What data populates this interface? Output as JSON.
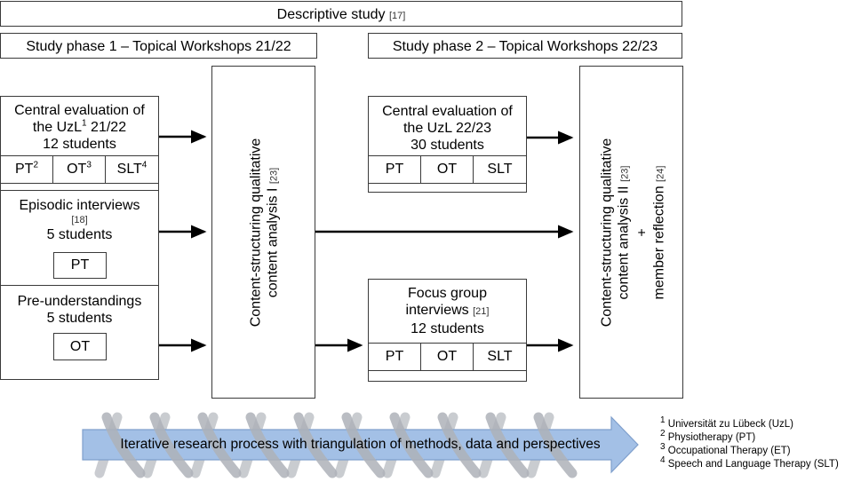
{
  "header": {
    "title": "Descriptive study",
    "ref": "[17]"
  },
  "phase1": {
    "title": "Study phase 1 – Topical Workshops 21/22"
  },
  "phase2": {
    "title": "Study phase 2 – Topical Workshops 22/23"
  },
  "p1_eval": {
    "line1": "Central evaluation of",
    "line2a": "the UzL",
    "line2sup": "1",
    "line2b": " 21/22",
    "line3": "12 students",
    "cells": [
      {
        "label": "PT",
        "sup": "2"
      },
      {
        "label": "OT",
        "sup": "3"
      },
      {
        "label": "SLT",
        "sup": "4"
      }
    ]
  },
  "p1_episodic": {
    "line1": "Episodic interviews",
    "ref": "[18]",
    "line3": "5 students",
    "cell": "PT"
  },
  "p1_pre": {
    "line1": "Pre-understandings",
    "line2": "5 students",
    "cell": "OT"
  },
  "analysis1": {
    "line1": "Content-structuring qualitative",
    "line2": "content analysis I",
    "ref": "[23]"
  },
  "p2_eval": {
    "line1": "Central evaluation of",
    "line2": "the UzL 22/23",
    "line3": "30 students",
    "cells": [
      "PT",
      "OT",
      "SLT"
    ]
  },
  "p2_focus": {
    "line1": "Focus group",
    "line2": "interviews",
    "ref": "[21]",
    "line3": "12 students",
    "cells": [
      "PT",
      "OT",
      "SLT"
    ]
  },
  "analysis2": {
    "line1": "Content-structuring qualitative",
    "line2": "content analysis II",
    "ref2": "[23]",
    "plus": "+",
    "line4": "member reflection",
    "ref4": "[24]"
  },
  "process": {
    "label": "Iterative research process with triangulation of methods, data and perspectives"
  },
  "legend": [
    {
      "sup": "1",
      "text": "Universität zu Lübeck (UzL)"
    },
    {
      "sup": "2",
      "text": "Physiotherapy (PT)"
    },
    {
      "sup": "3",
      "text": "Occupational Therapy (ET)"
    },
    {
      "sup": "4",
      "text": "Speech and Language Therapy (SLT)"
    }
  ],
  "colors": {
    "arrow_fill": "#9dbbe3",
    "arrow_border": "#7f9fcc",
    "spiral": "#b9bcc2",
    "border": "#3a3a3a"
  }
}
